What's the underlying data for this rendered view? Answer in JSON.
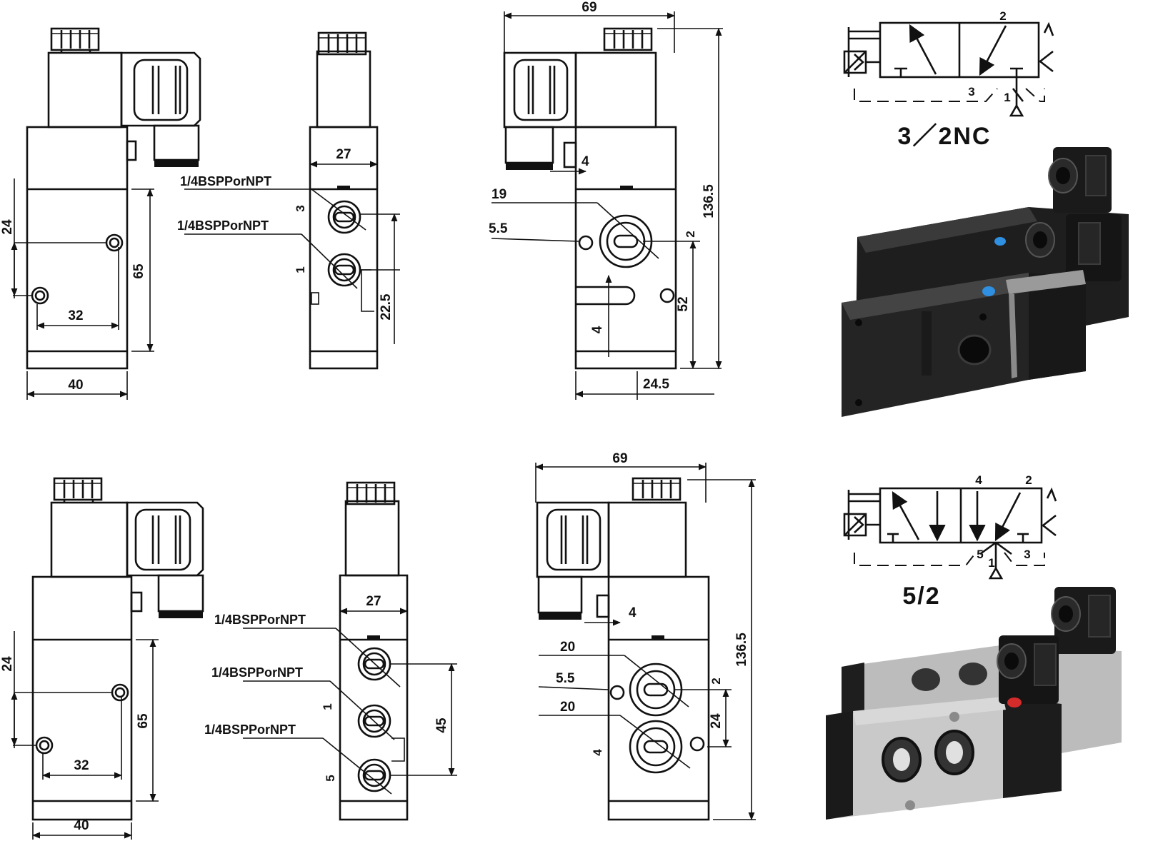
{
  "valve_3_2": {
    "front": {
      "dim_height": "24",
      "dim_spacing": "32",
      "dim_width": "40",
      "dim_body": "65"
    },
    "side": {
      "dim_width": "27",
      "thread_upper": "1/4BSPPorNPT",
      "thread_lower": "1/4BSPPorNPT",
      "port_upper": "3",
      "port_lower": "1",
      "dim_pitch": "22.5"
    },
    "profile": {
      "dim_total_width": "69",
      "dim_offset": "4",
      "dim_port": "19",
      "dim_hole": "5.5",
      "port_label": "2",
      "dim_total_height": "136.5",
      "dim_port_height": "52",
      "dim_slot": "4",
      "dim_base": "24.5"
    },
    "symbol": {
      "title": "3／2NC",
      "port_out": "2",
      "port_exhaust": "3",
      "port_in": "1"
    }
  },
  "valve_5_2": {
    "front": {
      "dim_height": "24",
      "dim_spacing": "32",
      "dim_width": "40",
      "dim_body": "65"
    },
    "side": {
      "dim_width": "27",
      "thread_1": "1/4BSPPorNPT",
      "thread_2": "1/4BSPPorNPT",
      "thread_3": "1/4BSPPorNPT",
      "port_mid": "1",
      "port_low": "5",
      "dim_pitch": "45"
    },
    "profile": {
      "dim_total_width": "69",
      "dim_offset": "4",
      "dim_port_a": "20",
      "dim_hole": "5.5",
      "dim_port_b": "20",
      "port_label_upper": "2",
      "port_label_lower": "4",
      "dim_total_height": "136.5",
      "dim_pitch": "24"
    },
    "symbol": {
      "title": "5/2",
      "port_a": "4",
      "port_b": "2",
      "port_exhaust_a": "5",
      "port_in": "1",
      "port_exhaust_b": "3"
    }
  },
  "photo_3_2": {
    "label_left": "3",
    "label_right": "2"
  },
  "photo_5_2": {
    "label": "5/2"
  },
  "colors": {
    "line": "#111111",
    "body_black": "#1e1e1e",
    "body_grey": "#c9c9c9",
    "button_blue": "#2f8fe0",
    "button_red": "#d42b2b"
  }
}
